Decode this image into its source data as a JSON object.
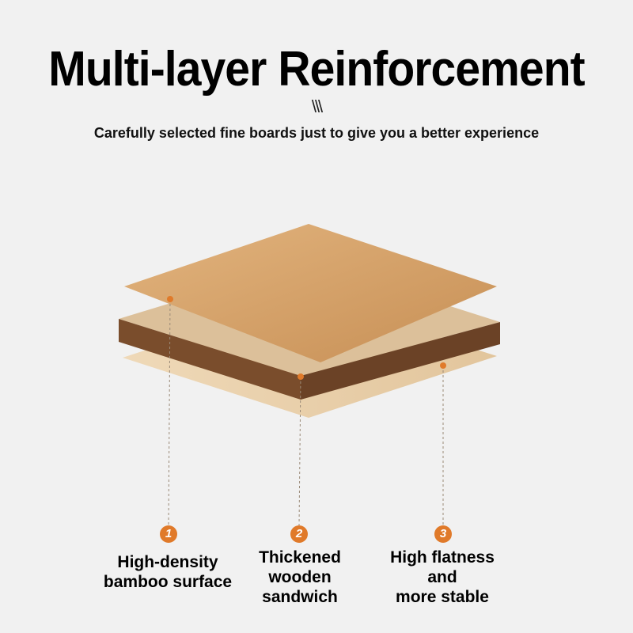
{
  "title": "Multi-layer Reinforcement",
  "divider_mark": "\\\\\\",
  "subtitle": "Carefully selected fine boards just to give you a better experience",
  "accent_color": "#e07a2a",
  "features": [
    {
      "number": "1",
      "label_lines": [
        "High-density",
        "bamboo surface"
      ]
    },
    {
      "number": "2",
      "label_lines": [
        "Thickened",
        "wooden",
        "sandwich"
      ]
    },
    {
      "number": "3",
      "label_lines": [
        "High flatness",
        "and",
        "more stable"
      ]
    }
  ]
}
